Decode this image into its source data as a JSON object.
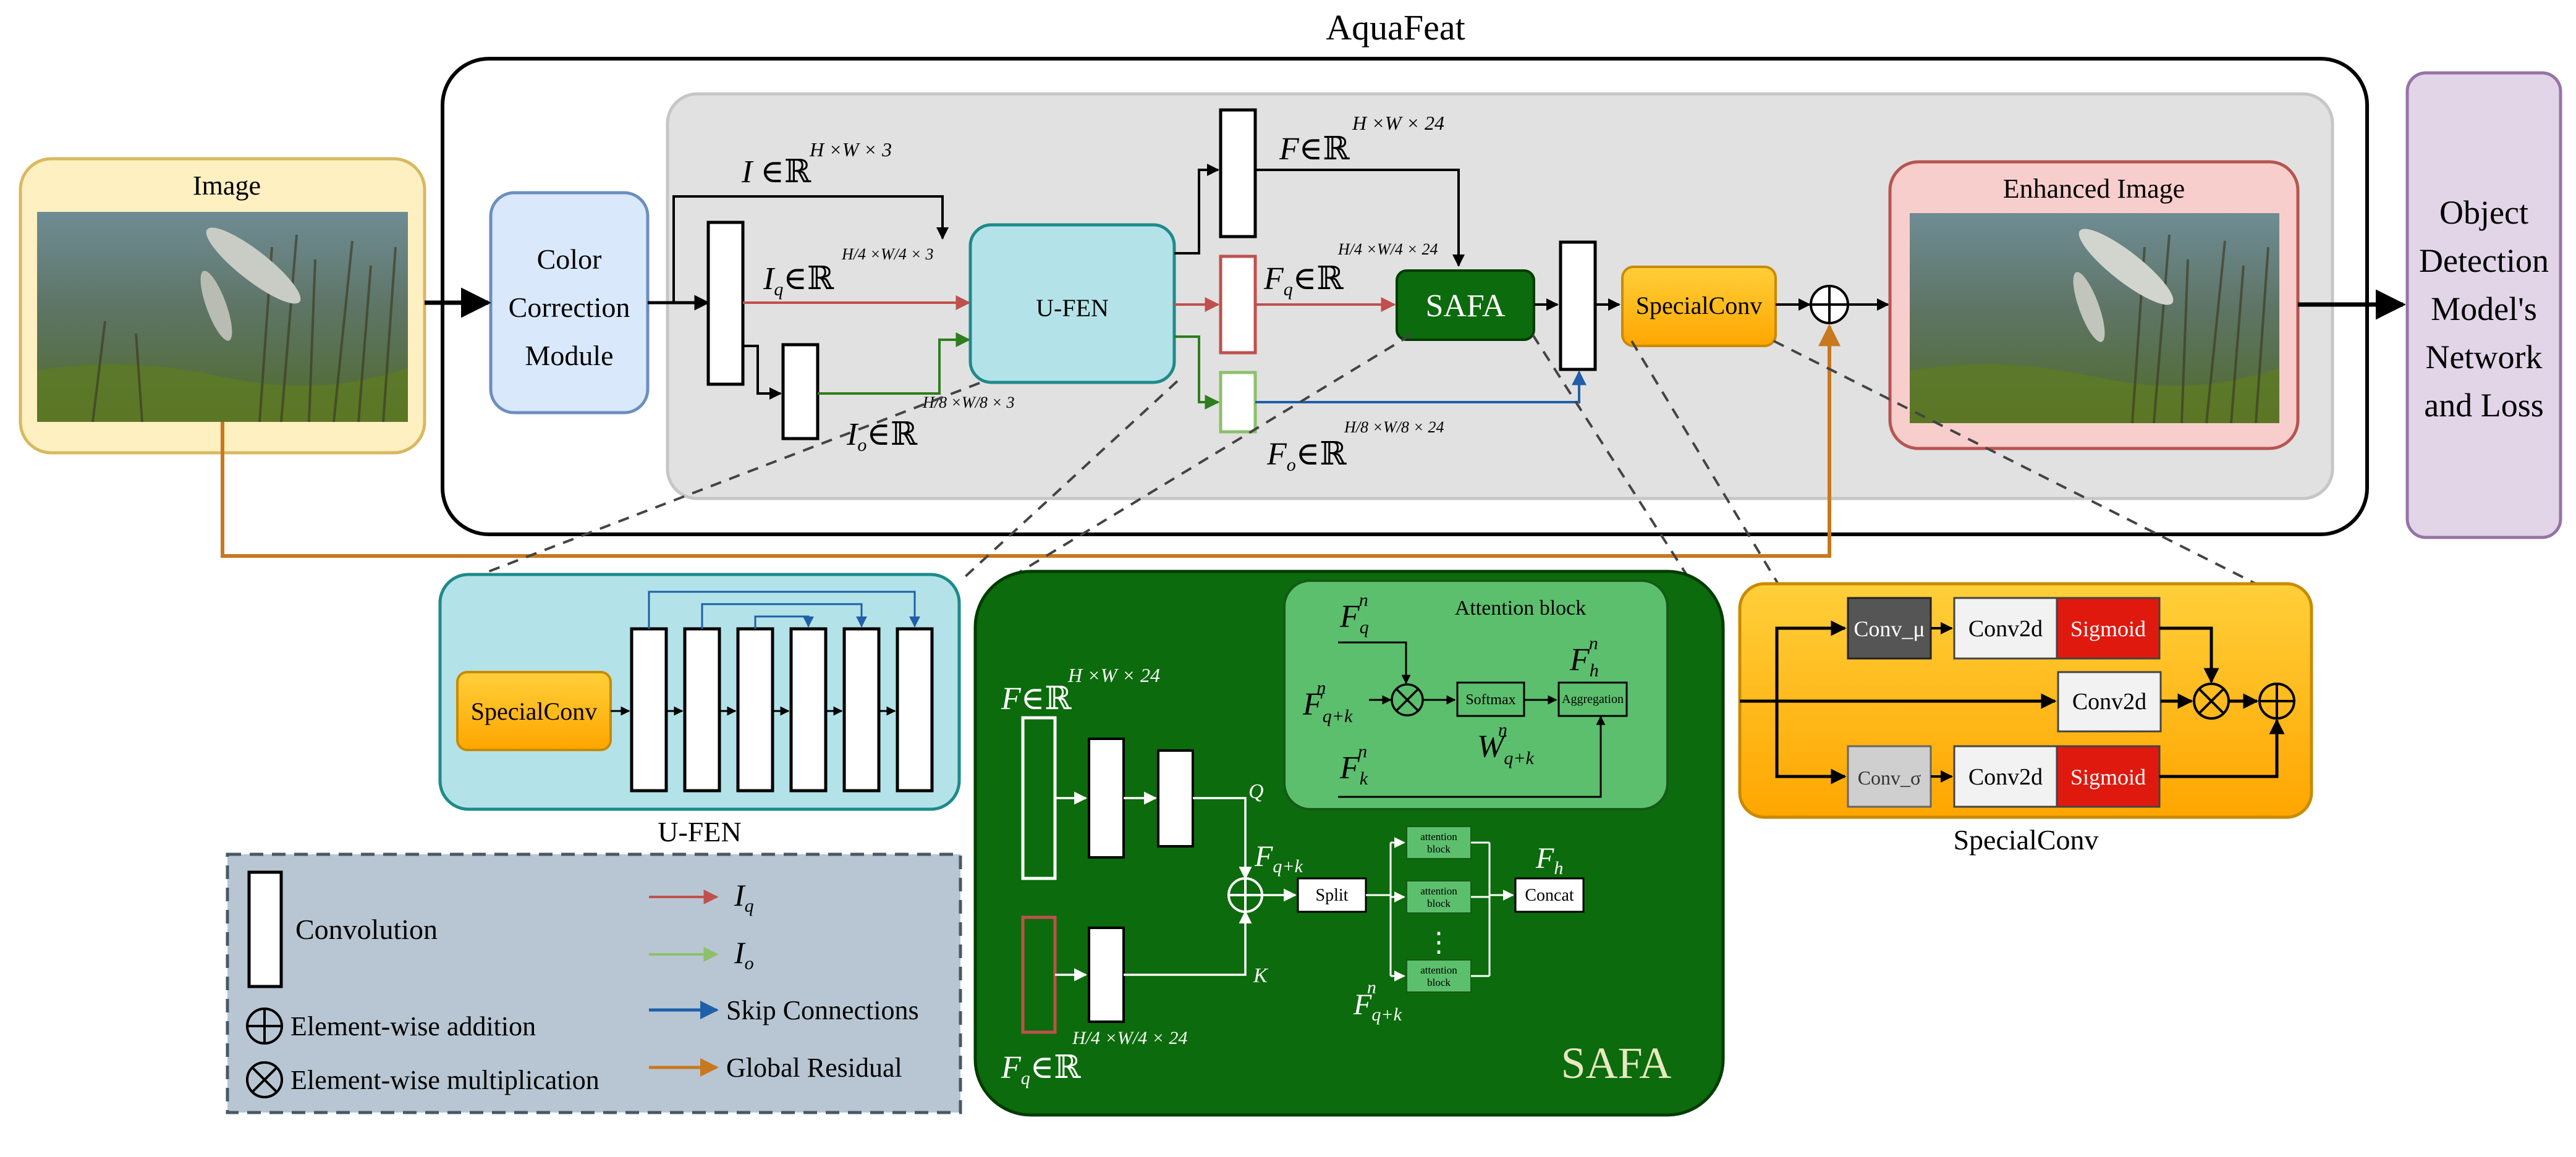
{
  "title": "AquaFeat",
  "input": {
    "label": "Image"
  },
  "color_correction": {
    "line1": "Color",
    "line2": "Correction",
    "line3": "Module"
  },
  "ufen_label": "U-FEN",
  "safa_label": "SAFA",
  "specialconv_label": "SpecialConv",
  "output": {
    "label": "Enhanced Image"
  },
  "detector": {
    "line1": "Object",
    "line2": "Detection",
    "line3": "Model's",
    "line4": "Network",
    "line5": "and Loss"
  },
  "math": {
    "I": "I",
    "Iq": "I",
    "Iq_sub": "q",
    "Io": "I",
    "Io_sub": "o",
    "F": "F",
    "Fq": "F",
    "Fq_sub": "q",
    "Fo": "F",
    "Fo_sub": "o",
    "in": "∈",
    "R": "ℝ",
    "dims_full3": "H ×W × 3",
    "dims_q3": "H/4 ×W/4 × 3",
    "dims_o3": "H/8 ×W/8 × 3",
    "dims_full24": "H ×W × 24",
    "dims_q24": "H/4 ×W/4 × 24",
    "dims_o24": "H/8 ×W/8 × 24"
  },
  "ufen_detail": {
    "title": "U-FEN",
    "specialconv": "SpecialConv"
  },
  "safa_detail": {
    "title": "SAFA",
    "attention_block_title": "Attention block",
    "softmax": "Softmax",
    "aggregation": "Aggregation",
    "split": "Split",
    "concat": "Concat",
    "attention_block": "attention block",
    "dots": "⋮",
    "Q": "Q",
    "K": "K",
    "Fqn": "F",
    "Fqn_sub": "q",
    "Fqkn_sub": "q+k",
    "Fkn_sub": "k",
    "Fhn_sub": "h",
    "Wn_sub": "q+k",
    "n": "n",
    "W": "W"
  },
  "specialconv_detail": {
    "title": "SpecialConv",
    "conv_mu": "Conv_μ",
    "conv_sigma": "Conv_σ",
    "conv2d": "Conv2d",
    "sigmoid": "Sigmoid"
  },
  "legend": {
    "convolution": "Convolution",
    "addition": "Element-wise addition",
    "multiplication": "Element-wise multiplication",
    "iq_label": "I",
    "iq_sub": "q",
    "io_label": "I",
    "io_sub": "o",
    "skip": "Skip Connections",
    "residual": "Global Residual"
  },
  "colors": {
    "iq": "#c0504d",
    "io": "#2e7d1e",
    "io_legend": "#8cc06a",
    "skip": "#1f5fa8",
    "residual": "#c8781e",
    "safa": "#0c6b0c",
    "ufen": "#b3e3e8",
    "special": "#ffb819",
    "sigmoid": "#e0190f"
  }
}
